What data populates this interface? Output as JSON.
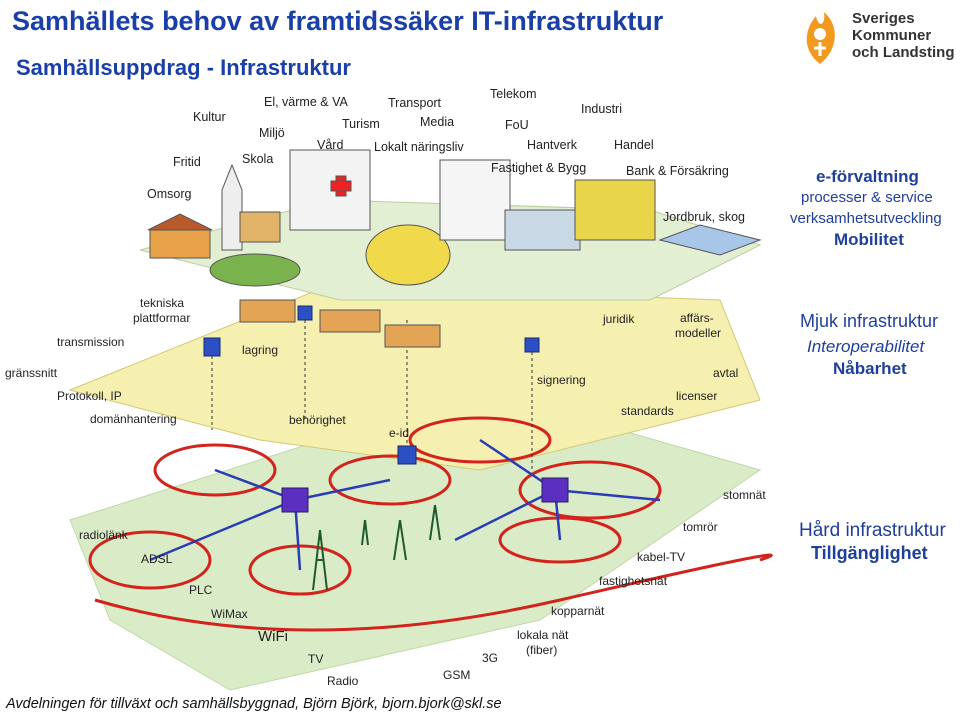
{
  "header": {
    "title": "Samhällets behov av framtidssäker IT-infrastruktur",
    "subtitle": "Samhällsuppdrag - Infrastruktur"
  },
  "logo": {
    "line1": "Sveriges",
    "line2": "Kommuner",
    "line3": "och Landsting",
    "colors": {
      "orange": "#f29a1f",
      "dark": "#333333"
    }
  },
  "top_layer": {
    "labels": {
      "kultur": "Kultur",
      "el": "El, värme & VA",
      "transport": "Transport",
      "telekom": "Telekom",
      "industri": "Industri",
      "miljo": "Miljö",
      "turism": "Turism",
      "media": "Media",
      "fou": "FoU",
      "vard": "Vård",
      "lokalt": "Lokalt näringsliv",
      "hantverk": "Hantverk",
      "handel": "Handel",
      "fritid": "Fritid",
      "skola": "Skola",
      "fastighet": "Fastighet & Bygg",
      "bank": "Bank & Försäkring",
      "omsorg": "Omsorg",
      "jordbruk": "Jordbruk, skog"
    }
  },
  "middle_layer": {
    "labels": {
      "tekniska": "tekniska",
      "plattformar": "plattformar",
      "transmission": "transmission",
      "lagring": "lagring",
      "juridik": "juridik",
      "affars": "affärs-",
      "modeller": "modeller",
      "granssnitt": "gränssnitt",
      "signering": "signering",
      "avtal": "avtal",
      "protokoll": "Protokoll, IP",
      "licenser": "licenser",
      "standards": "standards",
      "domanhantering": "domänhantering",
      "behorighet": "behörighet",
      "eid": "e-id"
    }
  },
  "bottom_layer": {
    "labels": {
      "stomnat": "stomnät",
      "radiolank": "radiolänk",
      "tomror": "tomrör",
      "adsl": "ADSL",
      "kabeltv": "kabel-TV",
      "plc": "PLC",
      "fastighetsnat": "fastighetsnät",
      "wimax": "WiMax",
      "kopparnat": "kopparnät",
      "wifi": "WiFi",
      "lokala1": "lokala nät",
      "lokala2": "(fiber)",
      "tv": "TV",
      "g3": "3G",
      "gsm": "GSM",
      "radio": "Radio"
    }
  },
  "side_panel": {
    "top": {
      "heading": "e-förvaltning",
      "line1": "processer & service",
      "line2": "verksamhetsutveckling",
      "bold": "Mobilitet"
    },
    "middle": {
      "heading": "Mjuk infrastruktur",
      "italic": "Interoperabilitet",
      "bold": "Nåbarhet"
    },
    "bottom": {
      "heading": "Hård infrastruktur",
      "bold": "Tillgänglighet"
    }
  },
  "footer": "Avdelningen för tillväxt och samhällsbyggnad, Björn Björk, bjorn.bjork@skl.se"
}
